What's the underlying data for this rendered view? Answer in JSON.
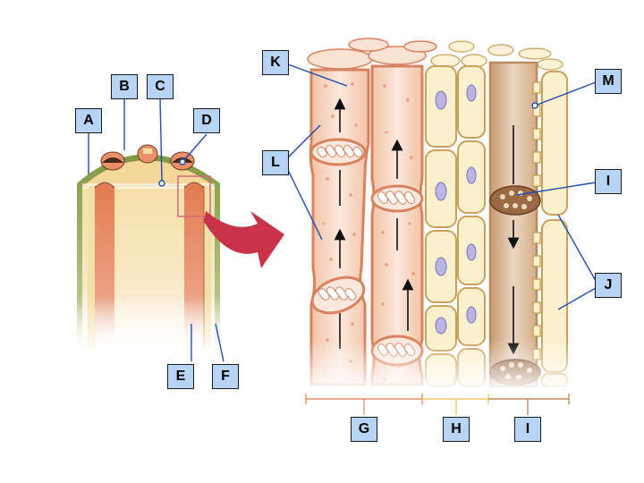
{
  "labels": {
    "A": "A",
    "B": "B",
    "C": "C",
    "D": "D",
    "E": "E",
    "F": "F",
    "G": "G",
    "H": "H",
    "I_top": "I",
    "I_bottom": "I",
    "J": "J",
    "K": "K",
    "L": "L",
    "M": "M"
  },
  "colors": {
    "label_fill": "#b8d4f4",
    "xylem": "#e9906a",
    "phloem": "#f3dfa8",
    "arrow": "#c8334a"
  }
}
